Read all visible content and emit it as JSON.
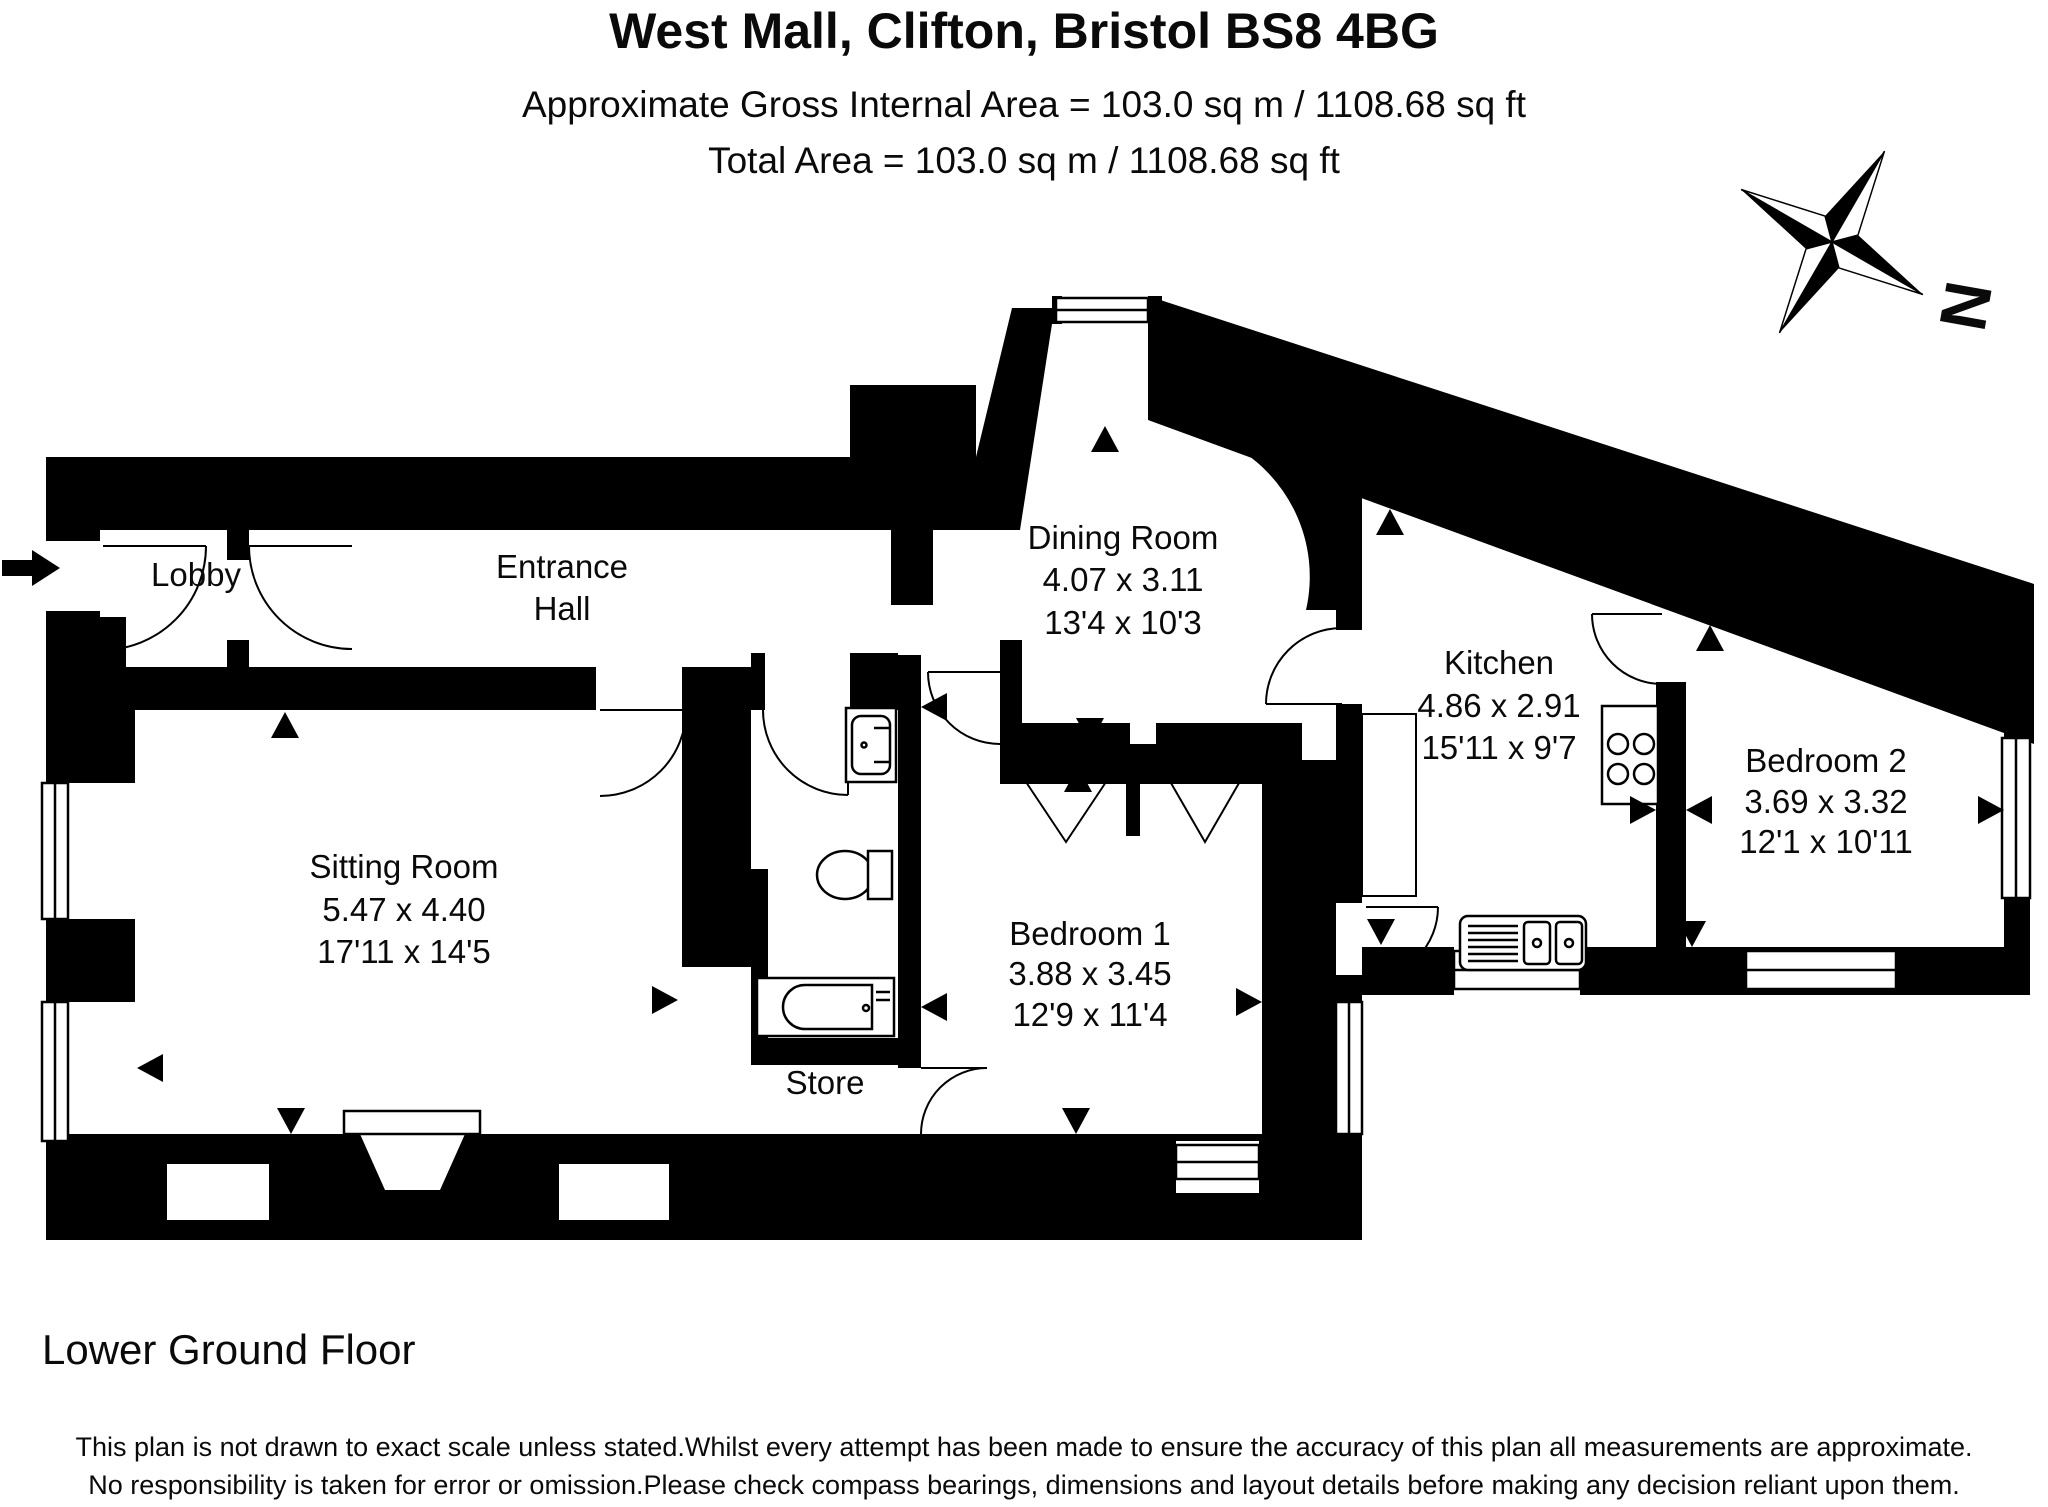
{
  "header": {
    "title": "West Mall, Clifton, Bristol BS8 4BG",
    "area_line": "Approximate Gross Internal Area = 103.0 sq m / 1108.68 sq ft",
    "total_line": "Total Area = 103.0 sq m / 1108.68 sq ft"
  },
  "floor_label": "Lower Ground Floor",
  "compass": {
    "north_label": "N"
  },
  "rooms": {
    "lobby": {
      "name": "Lobby"
    },
    "entrance_hall": {
      "name_line1": "Entrance",
      "name_line2": "Hall"
    },
    "sitting_room": {
      "name": "Sitting Room",
      "metric": "5.47 x 4.40",
      "imperial": "17'11 x 14'5"
    },
    "dining_room": {
      "name": "Dining Room",
      "metric": "4.07 x 3.11",
      "imperial": "13'4 x 10'3"
    },
    "kitchen": {
      "name": "Kitchen",
      "metric": "4.86 x 2.91",
      "imperial": "15'11 x 9'7"
    },
    "bedroom1": {
      "name": "Bedroom 1",
      "metric": "3.88 x 3.45",
      "imperial": "12'9 x 11'4"
    },
    "bedroom2": {
      "name": "Bedroom 2",
      "metric": "3.69 x 3.32",
      "imperial": "12'1 x 10'11"
    },
    "store": {
      "name": "Store"
    }
  },
  "disclaimer": {
    "line1": "This plan is not drawn to exact scale unless stated.Whilst every attempt has been made to ensure the accuracy of this plan all measurements are approximate.",
    "line2": "No responsibility is taken for error or omission.Please check compass bearings, dimensions and layout details before making any decision reliant upon them."
  },
  "colors": {
    "wall": "#000000",
    "background": "#ffffff"
  }
}
